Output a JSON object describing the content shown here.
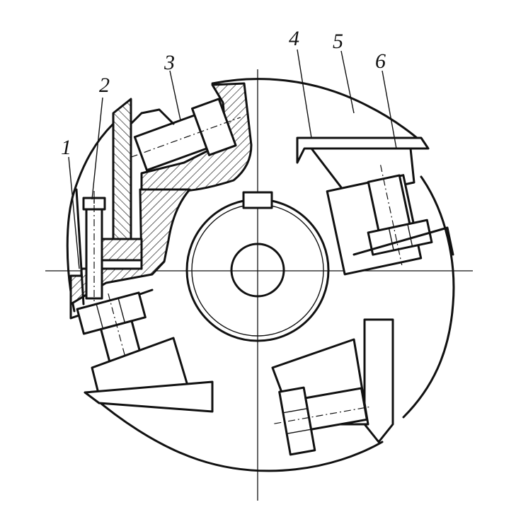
{
  "labels": {
    "l1": "1",
    "l2": "2",
    "l3": "3",
    "l4": "4",
    "l5": "5",
    "l6": "6"
  },
  "colors": {
    "ink": "#111111",
    "paper": "#ffffff"
  }
}
